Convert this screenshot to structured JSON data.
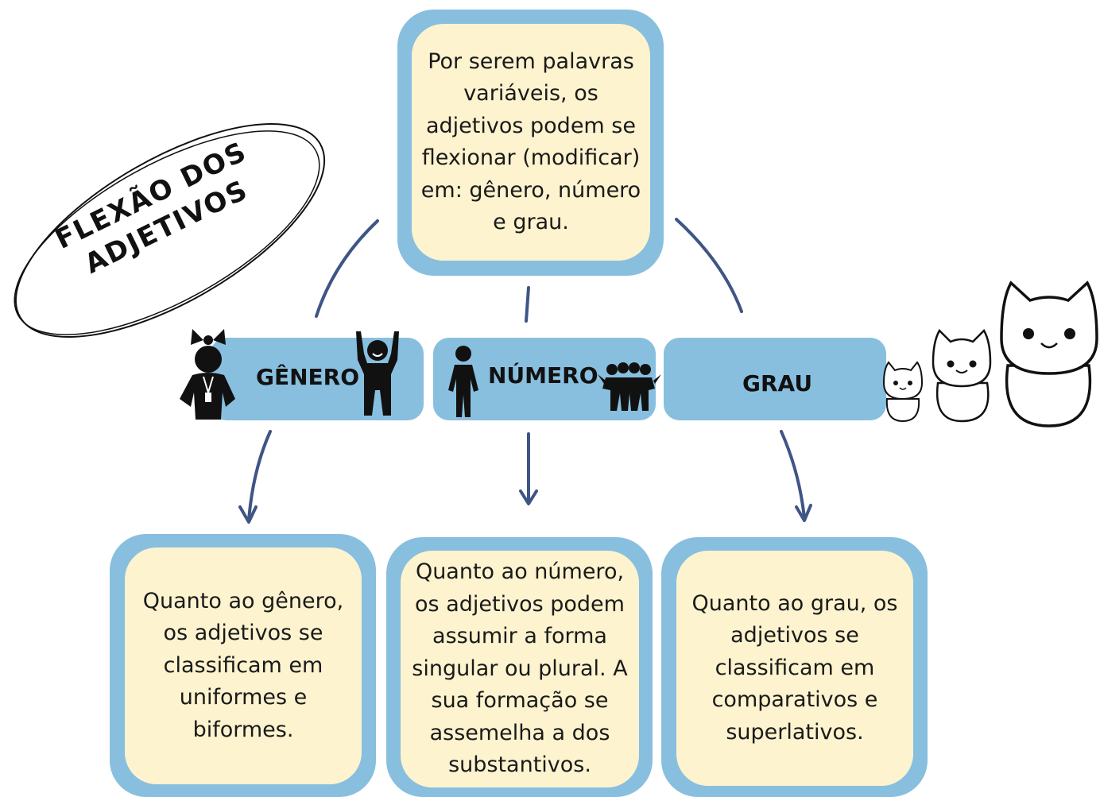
{
  "title": {
    "line1": "FLEXÃO DOS",
    "line2": "ADJETIVOS"
  },
  "intro": "Por serem palavras variáveis, os adjetivos podem se flexionar (modificar) em: gênero, número e grau.",
  "categories": [
    {
      "label": "GÊNERO"
    },
    {
      "label": "NÚMERO"
    },
    {
      "label": "GRAU"
    }
  ],
  "details": [
    {
      "text": "Quanto ao gênero, os adjetivos se classificam em uniformes e biformes."
    },
    {
      "text": "Quanto ao número, os adjetivos podem assumir a forma singular ou plural. A sua formação se assemelha a dos substantivos."
    },
    {
      "text": "Quanto ao grau, os adjetivos se classificam em comparativos e superlativos."
    }
  ],
  "colors": {
    "box_border": "#88bfdf",
    "box_fill": "#fdf3cf",
    "connector": "#3e5585",
    "text": "#1a1a1a"
  },
  "icons": [
    "girl-icon",
    "boy-icon",
    "person-icon",
    "group-icon",
    "kitten-small-icon",
    "kitten-medium-icon",
    "cat-large-icon"
  ]
}
